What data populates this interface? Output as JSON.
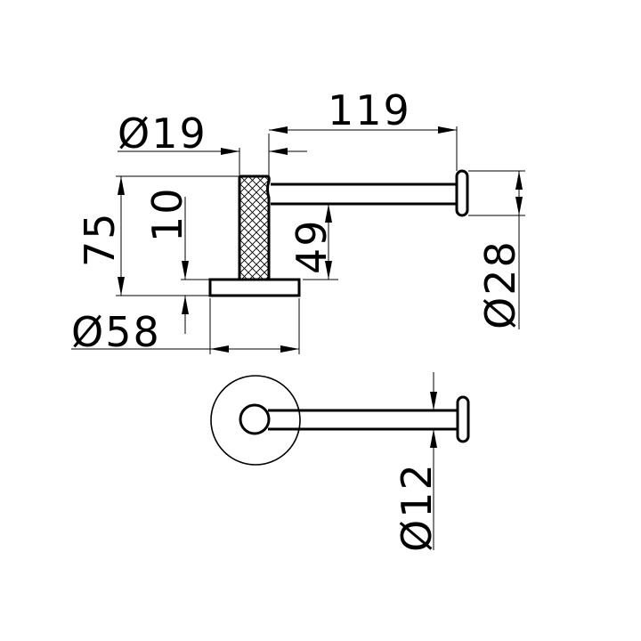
{
  "drawing": {
    "title": "Toilet roll holder technical drawing",
    "stroke_color": "#000000",
    "background_color": "#ffffff"
  },
  "dimensions": {
    "base_diameter": "Ø58",
    "post_diameter": "Ø19",
    "arm_length": "119",
    "total_height": "75",
    "base_thickness": "10",
    "arm_height": "49",
    "end_cap_diameter": "Ø28",
    "arm_diameter": "Ø12"
  },
  "views": {
    "side_view": "side-elevation",
    "top_view": "plan-view"
  }
}
